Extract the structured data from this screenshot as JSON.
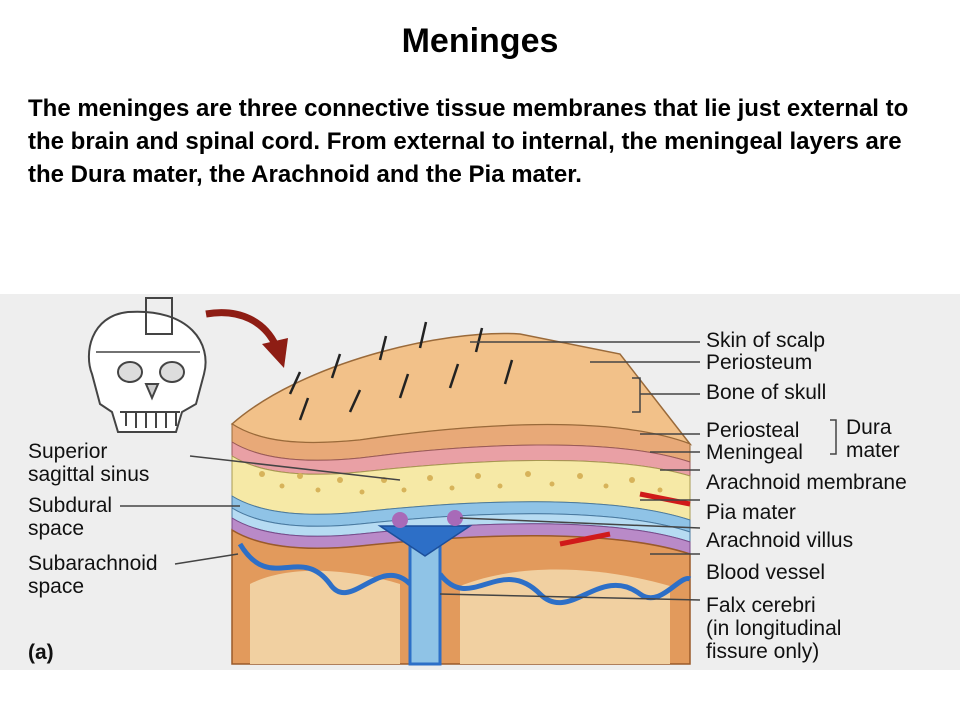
{
  "title": "Meninges",
  "description": "The meninges are three connective tissue membranes that lie just external to the brain and spinal cord.  From external to internal, the meningeal layers are the Dura mater, the Arachnoid and the Pia mater.",
  "figure": {
    "panel_label": "(a)",
    "right_labels": {
      "skin_of_scalp": "Skin of scalp",
      "periosteum": "Periosteum",
      "bone_of_skull": "Bone of skull",
      "periosteal": "Periosteal",
      "meningeal": "Meningeal",
      "dura_mater": "Dura mater",
      "arachnoid_membrane": "Arachnoid membrane",
      "pia_mater": "Pia mater",
      "arachnoid_villus": "Arachnoid villus",
      "blood_vessel": "Blood vessel",
      "falx_cerebri": "Falx cerebri\n(in longitudinal\nfissure only)"
    },
    "left_labels": {
      "superior_sagittal_sinus": "Superior\nsagittal sinus",
      "subdural_space": "Subdural\nspace",
      "subarachnoid_space": "Subarachnoid\nspace"
    }
  },
  "colors": {
    "scalp": "#f2c189",
    "periosteum": "#e9a0a5",
    "bone": "#f6e9a6",
    "dura": "#8fc3e6",
    "arachnoid": "#b98ac8",
    "pia": "#2d6fc7",
    "cortex": "#e29a5c",
    "white_matter": "#f1d0a1",
    "arrow": "#8e1d14",
    "figure_bg": "#eeeeee"
  }
}
